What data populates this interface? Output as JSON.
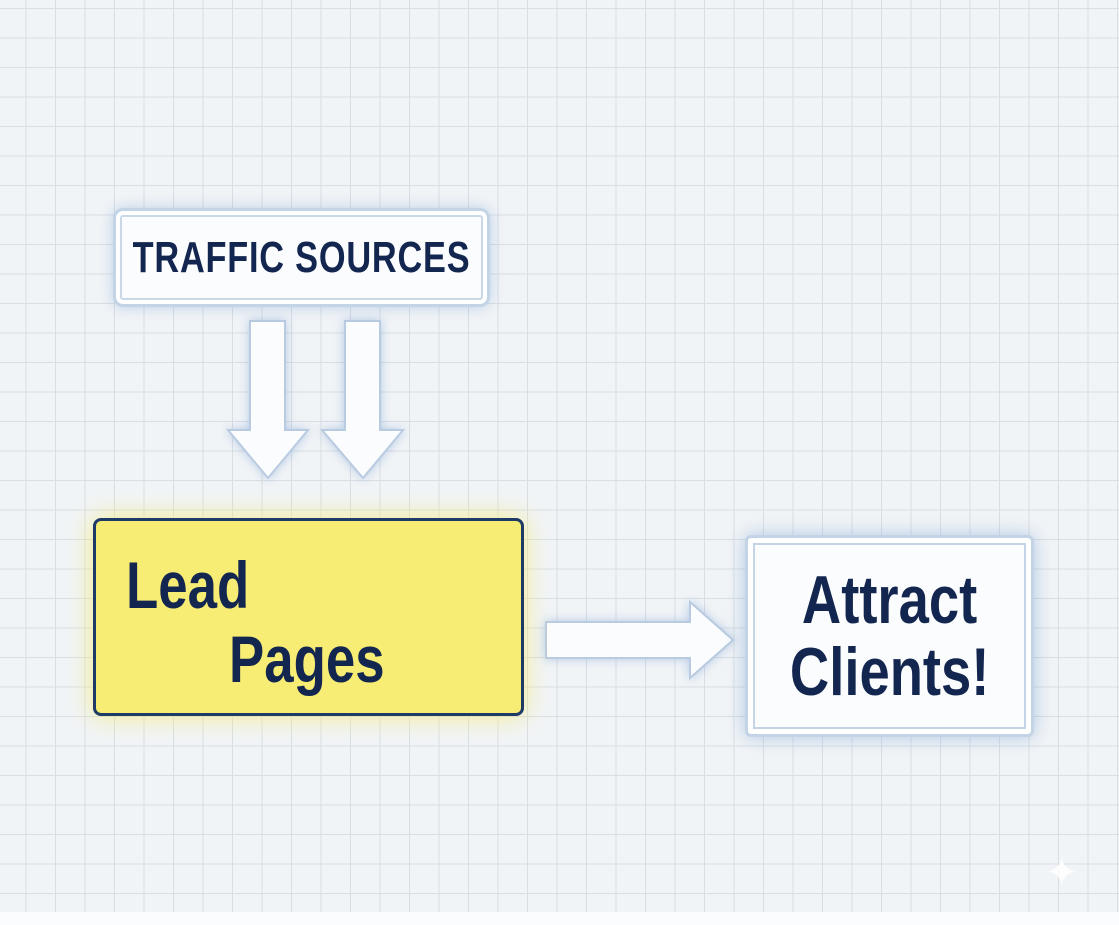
{
  "diagram": {
    "nodes": {
      "traffic_sources": "TRAFFIC SOURCES",
      "lead_pages_line1": "Lead",
      "lead_pages_line2": "Pages",
      "attract_line1": "Attract",
      "attract_line2": "Clients!"
    },
    "edges": [
      {
        "from": "TRAFFIC SOURCES",
        "to": "Lead Pages"
      },
      {
        "from": "TRAFFIC SOURCES",
        "to": "Lead Pages"
      },
      {
        "from": "Lead Pages",
        "to": "Attract Clients!"
      }
    ],
    "colors": {
      "text": "#13264f",
      "highlight": "#f7ec74",
      "border": "#1e3a66"
    }
  }
}
